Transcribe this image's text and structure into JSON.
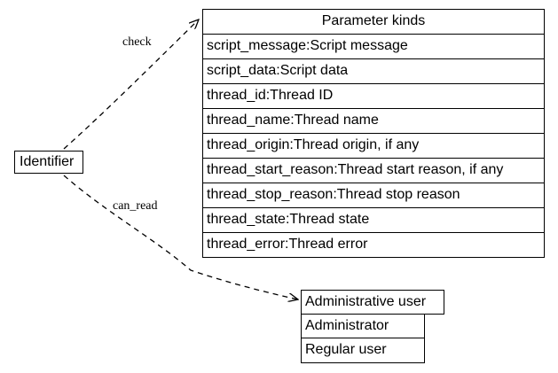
{
  "source_node": {
    "label": "Identifier"
  },
  "parameter_table": {
    "header": "Parameter kinds",
    "rows": [
      "script_message:Script message",
      "script_data:Script data",
      "thread_id:Thread ID",
      "thread_name:Thread name",
      "thread_origin:Thread origin, if any",
      "thread_start_reason:Thread start reason, if any",
      "thread_stop_reason:Thread stop reason",
      "thread_state:Thread state",
      "thread_error:Thread error"
    ]
  },
  "user_table": {
    "header": "Administrative user",
    "rows": [
      "Administrator",
      "Regular user"
    ]
  },
  "edges": [
    {
      "label": "check",
      "style": "dashed"
    },
    {
      "label": "can_read",
      "style": "dashed"
    }
  ]
}
